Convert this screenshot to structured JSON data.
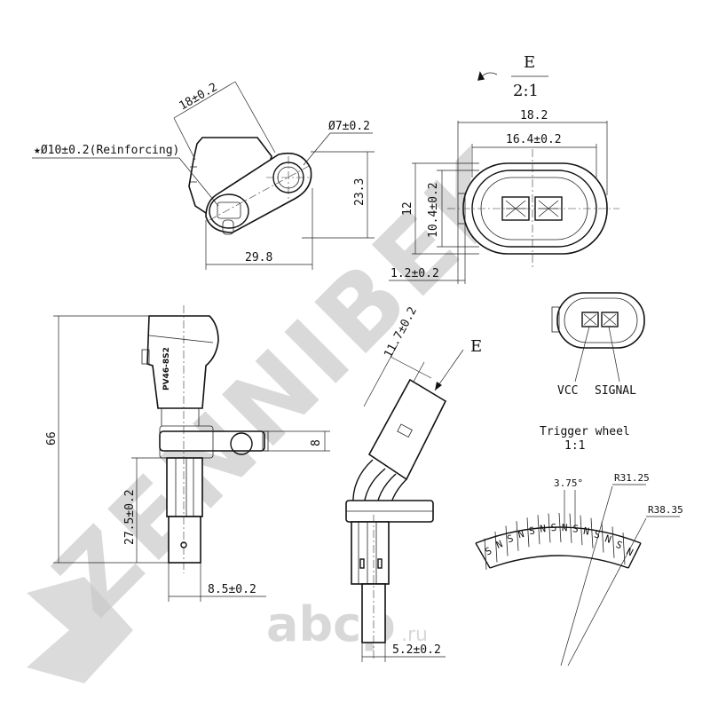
{
  "watermark": {
    "brand": "ZENNIBEK",
    "site": "abcp",
    "site_tld": ".ru"
  },
  "top_view": {
    "dim_width": "18±0.2",
    "dim_hole": "Ø7±0.2",
    "dim_reinforcing": "★Ø10±0.2(Reinforcing)",
    "dim_height": "23.3",
    "dim_length": "29.8"
  },
  "connector_view": {
    "label": "E",
    "scale": "2:1",
    "dim_outer_width": "18.2",
    "dim_inner_width": "16.4±0.2",
    "dim_outer_height": "12",
    "dim_inner_height": "10.4±0.2",
    "dim_wall": "1.2±0.2"
  },
  "pinout": {
    "pin1": "VCC",
    "pin2": "SIGNAL"
  },
  "side_view": {
    "dim_total": "66",
    "dim_bracket": "8",
    "dim_tip": "27.5±0.2",
    "dim_width": "8.5±0.2"
  },
  "angled_view": {
    "dim_top": "11.7±0.2",
    "view_label": "E",
    "dim_tip": "5.2±0.2"
  },
  "trigger_wheel": {
    "title": "Trigger wheel",
    "scale": "1:1",
    "angle": "3.75°",
    "r_inner": "R31.25",
    "r_outer": "R38.35",
    "poles": [
      "S",
      "N",
      "S",
      "N",
      "S",
      "N",
      "S",
      "N",
      "S",
      "N",
      "S",
      "N",
      "S",
      "N"
    ]
  }
}
